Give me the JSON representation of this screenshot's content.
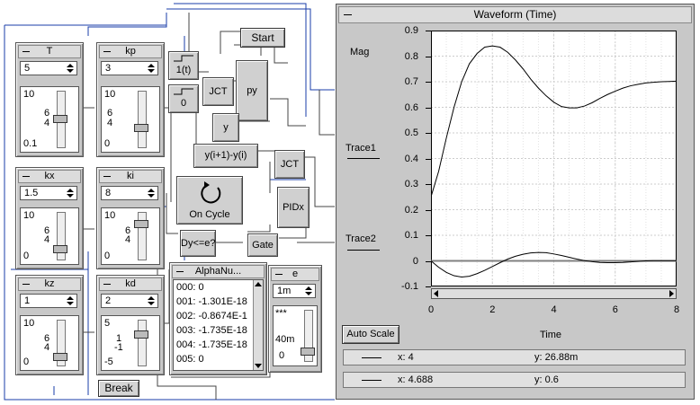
{
  "panels": [
    {
      "title": "T",
      "value": "5",
      "slider": {
        "max": "10",
        "mid1": "6",
        "mid2": "4",
        "min": "0.1",
        "level": 0.5
      }
    },
    {
      "title": "kp",
      "value": "3",
      "slider": {
        "max": "10",
        "mid1": "6",
        "mid2": "4",
        "min": "0",
        "level": 0.3
      }
    },
    {
      "title": "kx",
      "value": "1.5",
      "slider": {
        "max": "10",
        "mid1": "6",
        "mid2": "4",
        "min": "0",
        "level": 0.15
      }
    },
    {
      "title": "ki",
      "value": "8",
      "slider": {
        "max": "10",
        "mid1": "6",
        "mid2": "4",
        "min": "0",
        "level": 0.8
      }
    },
    {
      "title": "kz",
      "value": "1",
      "slider": {
        "max": "10",
        "mid1": "6",
        "mid2": "4",
        "min": "0",
        "level": 0.1
      }
    },
    {
      "title": "kd",
      "value": "2",
      "slider": {
        "max": "5",
        "mid1": "1",
        "mid2": "-1",
        "min": "-5",
        "level": 0.7
      }
    }
  ],
  "blocks": {
    "start": "Start",
    "one_t": "1(t)",
    "zero": "0",
    "jct1": "JCT",
    "py": "py",
    "y": "y",
    "diff": "y(i+1)-y(i)",
    "jct2": "JCT",
    "on_cycle": "On Cycle",
    "pidx": "PIDx",
    "dy": "Dy<=e?",
    "gate": "Gate",
    "break": "Break"
  },
  "alpha_list": {
    "title": "AlphaNu...",
    "items": [
      "000: 0",
      "001: -1.301E-18",
      "002: -0.8674E-1",
      "003: -1.735E-18",
      "004: -1.735E-18",
      "005: 0"
    ]
  },
  "e_panel": {
    "title": "e",
    "value": "1m",
    "slider": {
      "max": "***",
      "mid": "40m",
      "min": "0",
      "level": 0.1
    }
  },
  "waveform": {
    "title": "Waveform (Time)",
    "mag_label": "Mag",
    "trace1": "Trace1",
    "trace2": "Trace2",
    "auto_scale": "Auto Scale",
    "readouts": [
      {
        "x": "x: 4",
        "y": "y: 26.88m"
      },
      {
        "x": "x: 4.688",
        "y": "y: 0.6"
      }
    ]
  },
  "chart_data": {
    "type": "line",
    "xlabel": "Time",
    "ylabel": "Mag",
    "xlim": [
      0,
      8
    ],
    "ylim": [
      -0.1,
      0.9
    ],
    "xticks": [
      0,
      2,
      4,
      6,
      8
    ],
    "yticks": [
      -0.1,
      0,
      0.1,
      0.2,
      0.3,
      0.4,
      0.5,
      0.6,
      0.7,
      0.8,
      0.9
    ],
    "series": [
      {
        "name": "Trace1",
        "color": "#000000",
        "x": [
          0,
          0.25,
          0.5,
          0.75,
          1,
          1.25,
          1.5,
          1.75,
          2,
          2.25,
          2.5,
          2.75,
          3,
          3.25,
          3.5,
          3.75,
          4,
          4.25,
          4.5,
          4.75,
          5,
          5.25,
          5.5,
          5.75,
          6,
          6.25,
          6.5,
          6.75,
          7,
          7.25,
          7.5,
          7.75,
          8
        ],
        "y": [
          0.25,
          0.35,
          0.48,
          0.6,
          0.7,
          0.77,
          0.81,
          0.835,
          0.84,
          0.835,
          0.815,
          0.785,
          0.75,
          0.71,
          0.675,
          0.645,
          0.62,
          0.603,
          0.598,
          0.598,
          0.605,
          0.618,
          0.635,
          0.65,
          0.663,
          0.675,
          0.684,
          0.69,
          0.695,
          0.698,
          0.7,
          0.701,
          0.702
        ]
      },
      {
        "name": "Trace2",
        "color": "#000000",
        "x": [
          0,
          0.25,
          0.5,
          0.75,
          1,
          1.25,
          1.5,
          1.75,
          2,
          2.25,
          2.5,
          2.75,
          3,
          3.25,
          3.5,
          3.75,
          4,
          4.25,
          4.5,
          4.75,
          5,
          5.25,
          5.5,
          5.75,
          6,
          6.25,
          6.5,
          6.75,
          7,
          7.25,
          7.5,
          7.75,
          8
        ],
        "y": [
          0,
          -0.025,
          -0.045,
          -0.058,
          -0.063,
          -0.06,
          -0.05,
          -0.037,
          -0.022,
          -0.007,
          0.007,
          0.018,
          0.026,
          0.031,
          0.033,
          0.032,
          0.027,
          0.021,
          0.014,
          0.007,
          0.001,
          -0.003,
          -0.006,
          -0.007,
          -0.007,
          -0.006,
          -0.004,
          -0.002,
          0,
          0.001,
          0.001,
          0.001,
          0.001
        ]
      },
      {
        "name": "",
        "color": "#808080",
        "x": [
          0,
          8
        ],
        "y": [
          0,
          0
        ]
      }
    ]
  }
}
